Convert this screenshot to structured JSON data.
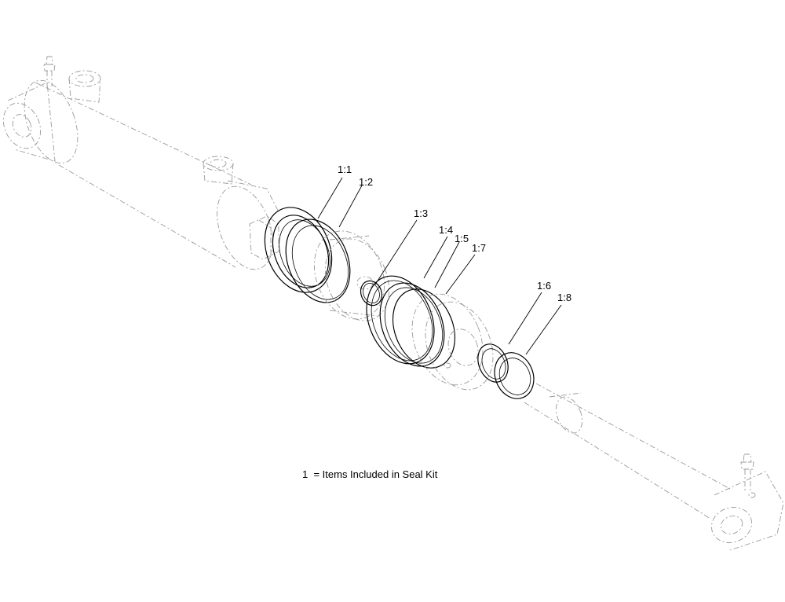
{
  "callouts": [
    {
      "id": "c11",
      "text": "1:1"
    },
    {
      "id": "c12",
      "text": "1:2"
    },
    {
      "id": "c13",
      "text": "1:3"
    },
    {
      "id": "c14",
      "text": "1:4"
    },
    {
      "id": "c15",
      "text": "1:5"
    },
    {
      "id": "c17",
      "text": "1:7"
    },
    {
      "id": "c16",
      "text": "1:6"
    },
    {
      "id": "c18",
      "text": "1:8"
    }
  ],
  "legend": {
    "note": "1  = Items Included in Seal Kit"
  }
}
